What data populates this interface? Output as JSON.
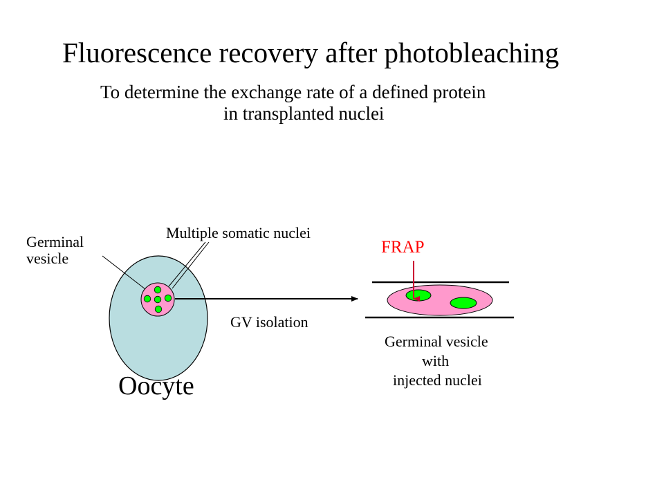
{
  "slide": {
    "title": "Fluorescence recovery after photobleaching",
    "subtitle_line1": "To determine the exchange rate of a defined protein",
    "subtitle_line2": "in transplanted nuclei"
  },
  "labels": {
    "germinal_vesicle_line1": "Germinal",
    "germinal_vesicle_line2": "vesicle",
    "multiple_somatic_nuclei": "Multiple somatic nuclei",
    "oocyte": "Oocyte",
    "gv_isolation": "GV isolation",
    "frap": "FRAP",
    "gv_injected_line1": "Germinal vesicle",
    "gv_injected_line2": "with",
    "gv_injected_line3": "injected nuclei"
  },
  "colors": {
    "oocyte_fill": "#b9dde0",
    "germinal_vesicle_fill": "#ff99cc",
    "nucleus_fill": "#00ff00",
    "frap_text": "#ff0000",
    "frap_arrow": "#cc0033",
    "line": "#000000"
  }
}
